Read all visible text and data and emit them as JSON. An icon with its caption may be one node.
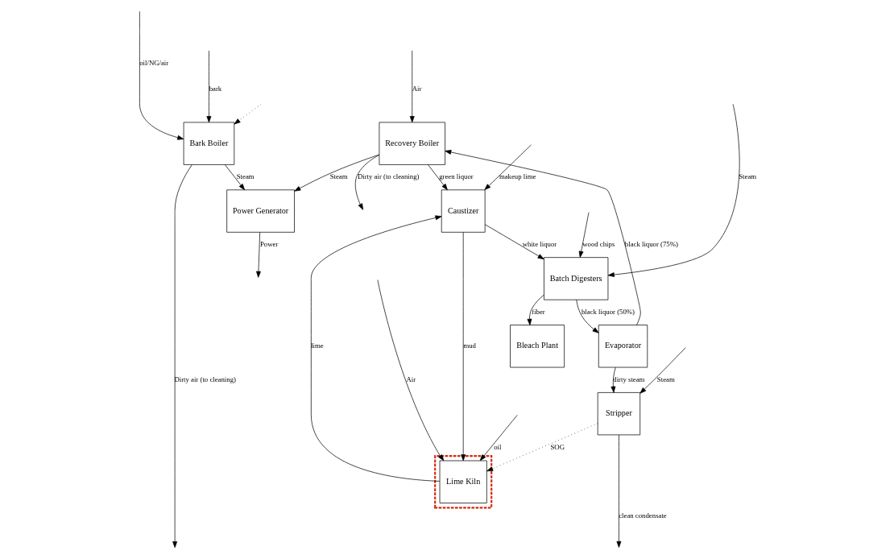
{
  "diagram": {
    "nodes": [
      {
        "text": [
          "Stripper"
        ]
      },
      {
        "text": [
          "Recovery Boiler"
        ]
      },
      {
        "text": [
          "Power Generator"
        ]
      },
      {
        "text": [
          "Bark Boiler"
        ]
      },
      {
        "text": [
          "Caustizer"
        ]
      },
      {
        "text": [],
        "shape": "box"
      },
      {
        "text": [
          "Lime Kiln"
        ],
        "in": 5
      },
      {
        "text": [
          "Batch Digesters"
        ]
      },
      {
        "text": [
          "Evaporator"
        ]
      },
      {
        "text": [
          "Bleach Plant"
        ]
      }
    ],
    "edges": [
      {
        "from": 0,
        "to": null,
        "arrow": "to",
        "label": "clean condensate"
      },
      {
        "from": null,
        "to": 0,
        "arrow": "to",
        "label": "Steam"
      },
      {
        "from": 0,
        "to": 6,
        "arrow": "to",
        "label": "SOG",
        "style": "dashed"
      },
      {
        "from": null,
        "to": 1,
        "arrow": "to",
        "label": "Air"
      },
      {
        "from": 1,
        "to": null,
        "arrow": "to",
        "label": "Dirty air (to cleaning)"
      },
      {
        "from": 1,
        "to": 2,
        "arrow": "to",
        "label": "Steam"
      },
      {
        "from": 3,
        "to": 2,
        "arrow": "to",
        "label": "Steam"
      },
      {
        "from": 3,
        "to": null,
        "arrow": "to",
        "label": "Dirty air (to cleaning)"
      },
      {
        "from": null,
        "to": 3,
        "arrow": "to",
        "label": "oil/NG/air"
      },
      {
        "from": null,
        "to": 3,
        "arrow": "to",
        "label": "bark"
      },
      {
        "from": 2,
        "to": null,
        "arrow": "to",
        "label": "Power"
      },
      {
        "from": null,
        "to": 3,
        "arrow": "to",
        "style": "dashed"
      },
      {
        "from": 1,
        "to": 4,
        "arrow": "to",
        "label": "green liquor"
      },
      {
        "from": null,
        "to": 4,
        "arrow": "to",
        "label": "makeup lime"
      },
      {
        "from": 6,
        "to": 4,
        "arrow": "to",
        "label": "lime"
      },
      {
        "from": null,
        "to": 6,
        "arrow": "to",
        "label": "Air"
      },
      {
        "from": null,
        "to": 6,
        "arrow": "to",
        "label": "oil"
      },
      {
        "from": 4,
        "to": 6,
        "arrow": "to",
        "label": "mud"
      },
      {
        "from": 4,
        "to": 7,
        "arrow": "to",
        "label": "white liquor"
      },
      {
        "from": null,
        "to": 7,
        "arrow": "to",
        "label": "Steam"
      },
      {
        "from": null,
        "to": 7,
        "arrow": "to",
        "label": "wood chips"
      },
      {
        "from": 7,
        "to": 8,
        "arrow": "to",
        "label": "black liquor (50%)"
      },
      {
        "from": 7,
        "to": 9,
        "arrow": "to",
        "label": "fiber"
      },
      {
        "from": 8,
        "to": 1,
        "arrow": "to",
        "label": "black liquor (75%)"
      },
      {
        "from": 8,
        "to": 0,
        "arrow": "to",
        "label": "dirty steam"
      }
    ]
  }
}
